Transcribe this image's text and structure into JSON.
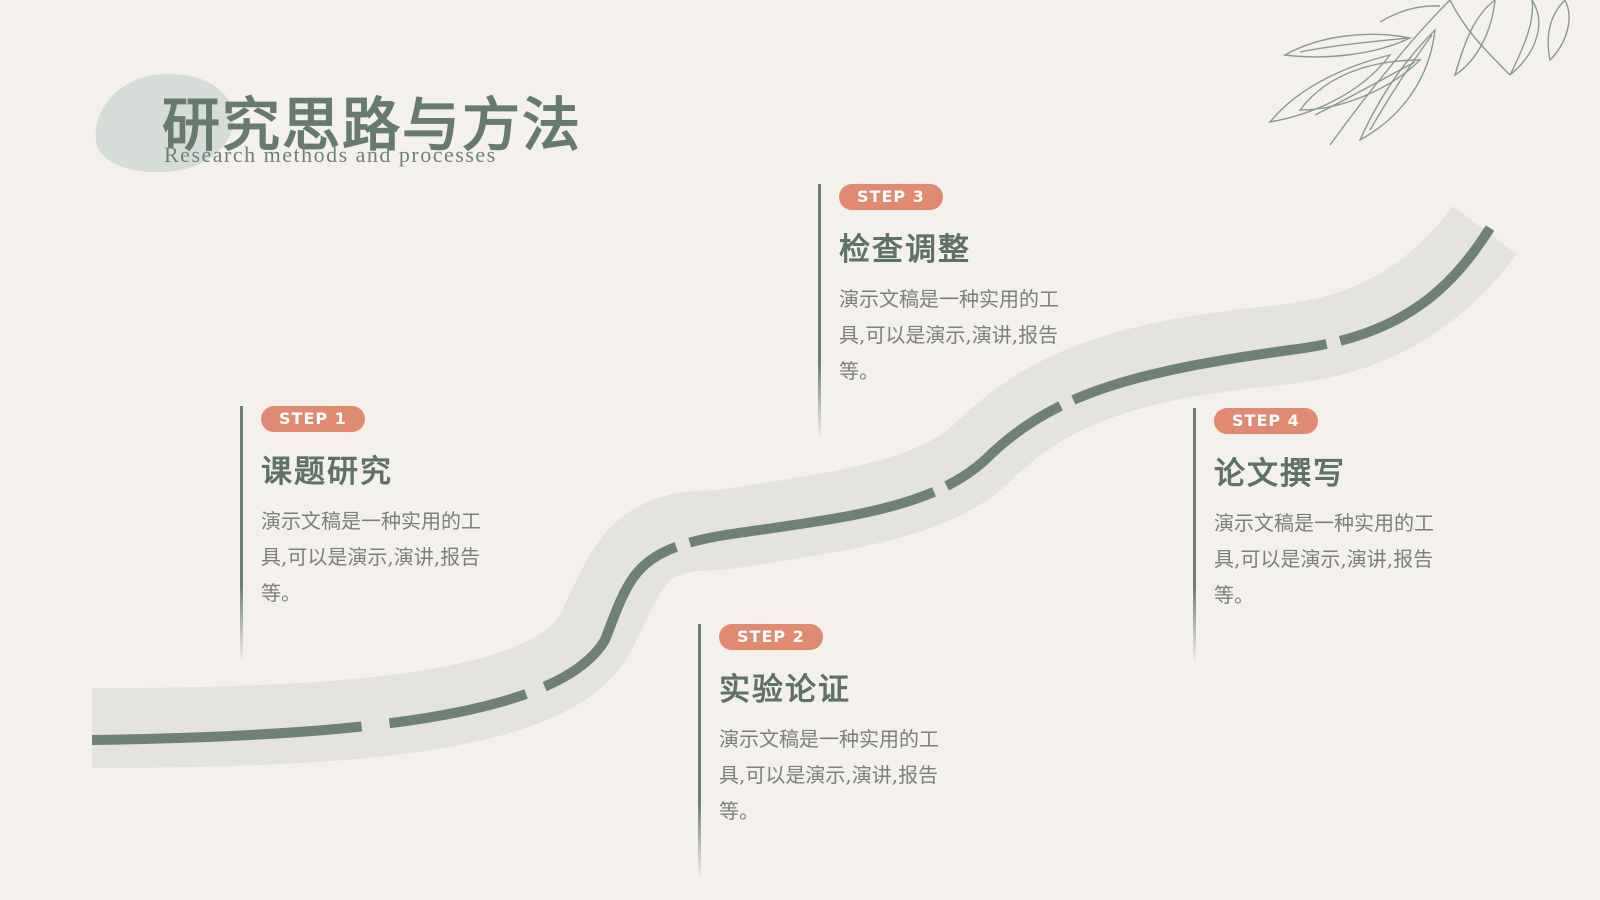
{
  "header": {
    "title": "研究思路与方法",
    "subtitle": "Research methods and processes"
  },
  "colors": {
    "background": "#f4f1ec",
    "accent": "#e08a72",
    "primary": "#667a6f",
    "road": "#e4e3de",
    "road_line": "#6f8077"
  },
  "steps": [
    {
      "badge": "STEP 1",
      "title": "课题研究",
      "desc": "演示文稿是一种实用的工具,可以是演示,演讲,报告等。"
    },
    {
      "badge": "STEP 2",
      "title": "实验论证",
      "desc": "演示文稿是一种实用的工具,可以是演示,演讲,报告等。"
    },
    {
      "badge": "STEP 3",
      "title": "检查调整",
      "desc": "演示文稿是一种实用的工具,可以是演示,演讲,报告等。"
    },
    {
      "badge": "STEP 4",
      "title": "论文撰写",
      "desc": "演示文稿是一种实用的工具,可以是演示,演讲,报告等。"
    }
  ],
  "decorations": {
    "leaf": "leaf-branch-icon",
    "road": "winding-road-icon"
  }
}
